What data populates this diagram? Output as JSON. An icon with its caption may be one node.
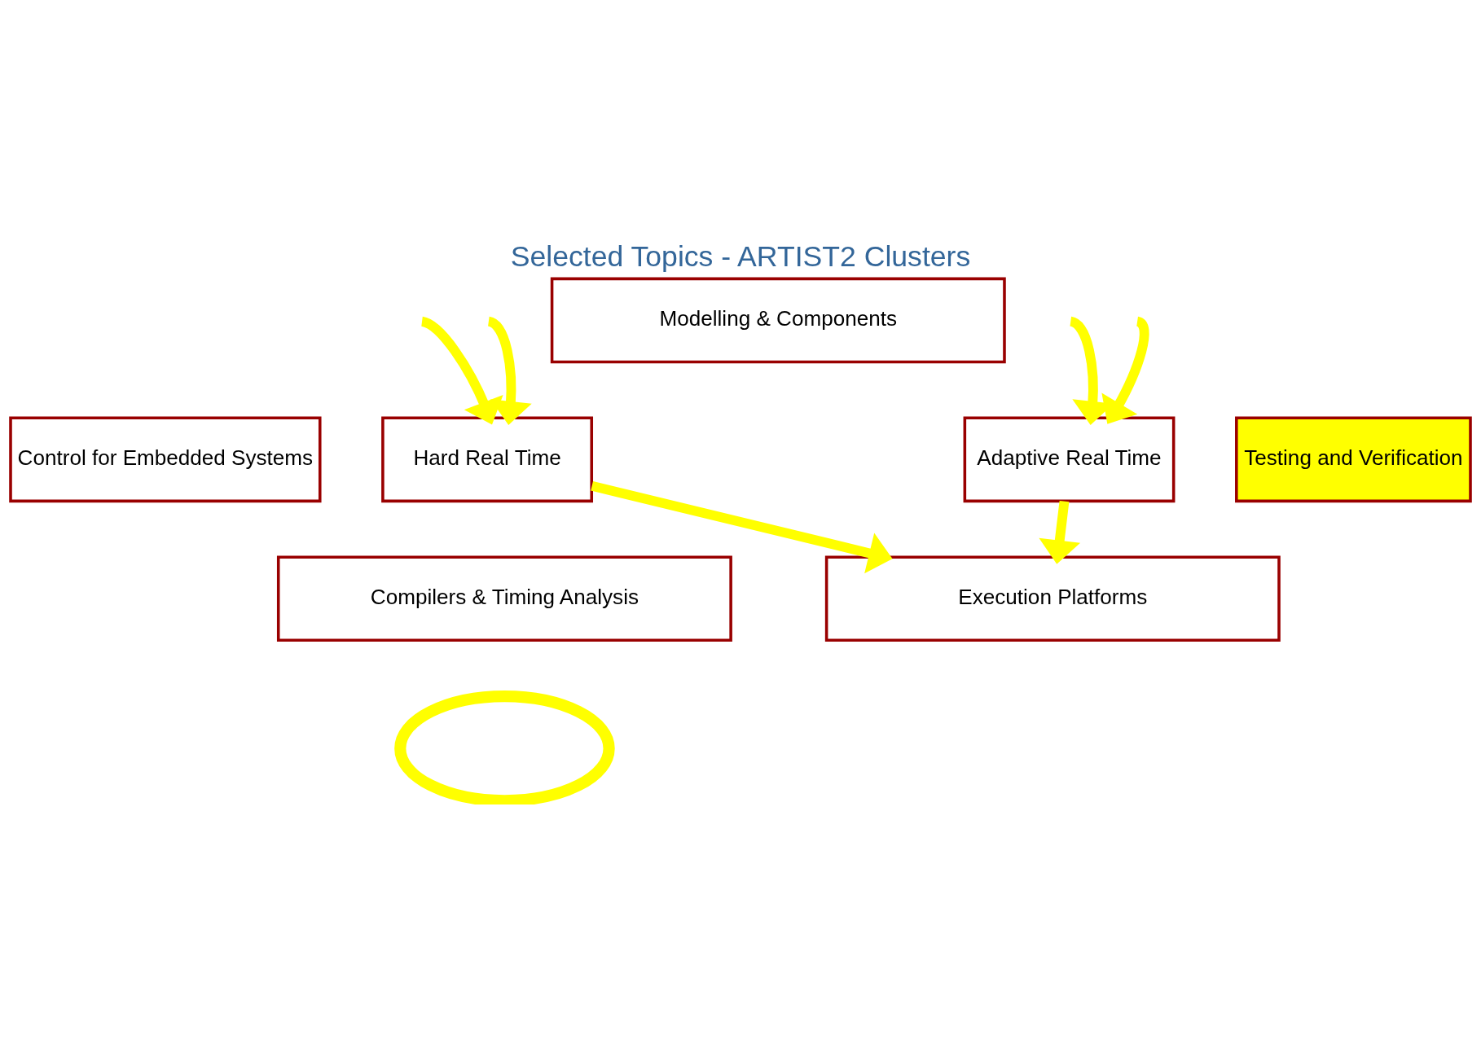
{
  "diagram": {
    "title": "Selected Topics - ARTIST2 Clusters",
    "nodes": [
      {
        "text": [
          "Control for Embedded Systems"
        ]
      },
      {
        "text": [
          "Modelling & Components"
        ]
      },
      {
        "text": [
          "Hard Real Time"
        ]
      },
      {
        "text": [
          "Adaptive Real Time"
        ]
      },
      {
        "text": [
          "Compilers & Timing Analysis"
        ]
      },
      {
        "text": [
          "Execution Platforms"
        ]
      },
      {
        "text": [
          "Testing and Verification"
        ]
      },
      {
        "text": [],
        "shape": "ellipse"
      }
    ],
    "edges": [
      {
        "from": null,
        "to": 2,
        "arrow": "to"
      },
      {
        "from": null,
        "to": 2,
        "arrow": "to"
      },
      {
        "from": null,
        "to": 3,
        "arrow": "to"
      },
      {
        "from": null,
        "to": 3,
        "arrow": "to"
      },
      {
        "from": 2,
        "to": 5,
        "arrow": "to"
      },
      {
        "from": 3,
        "to": 5,
        "arrow": "to"
      }
    ]
  }
}
